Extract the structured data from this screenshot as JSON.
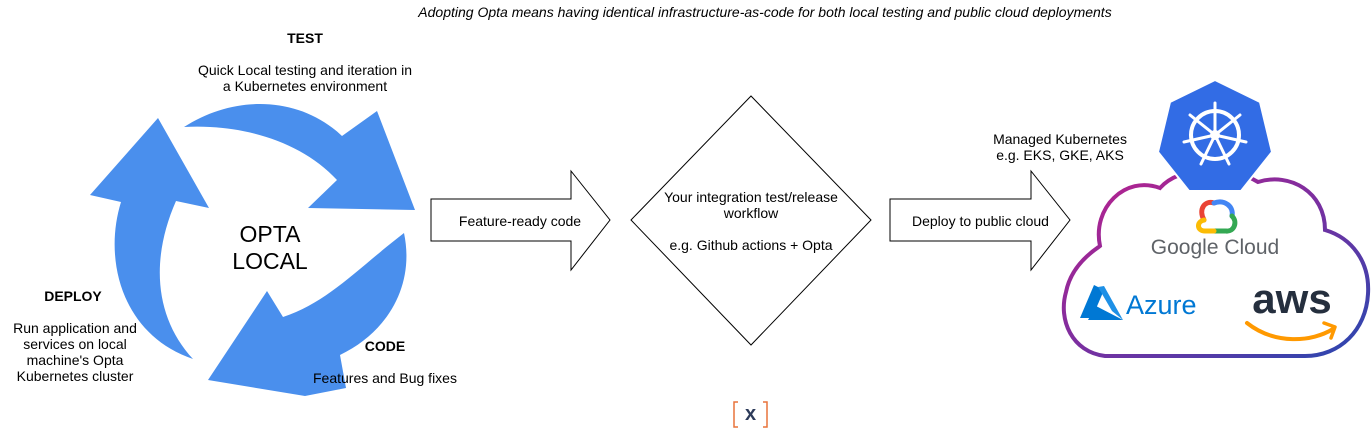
{
  "caption": "Adopting Opta means having identical infrastructure-as-code for both local testing and public cloud deployments",
  "cycle": {
    "center_line1": "OPTA",
    "center_line2": "LOCAL",
    "test_title": "TEST",
    "test_desc_1": "Quick Local testing and iteration in",
    "test_desc_2": "a Kubernetes environment",
    "code_title": "CODE",
    "code_desc": "Features and Bug fixes",
    "deploy_title": "DEPLOY",
    "deploy_desc_1": "Run application and",
    "deploy_desc_2": "services on local",
    "deploy_desc_3": "machine's Opta",
    "deploy_desc_4": "Kubernetes  cluster",
    "arrow_color": "#4a8fed"
  },
  "flow": {
    "arrow1_label": "Feature-ready code",
    "decision_line1": "Your integration test/release",
    "decision_line2": "workflow",
    "decision_line3": "e.g. Github actions + Opta",
    "arrow2_label": "Deploy to public cloud"
  },
  "cloud": {
    "managed_line1": "Managed Kubernetes",
    "managed_line2": "e.g. EKS, GKE, AKS",
    "google_cloud": "Google Cloud",
    "azure": "Azure",
    "aws": "aws",
    "k8s_color": "#326ce5",
    "azure_color": "#0078d4",
    "aws_text_color": "#252f3e",
    "aws_smile_color": "#ff9900"
  },
  "footer": {
    "logo_letter": "x",
    "logo_bracket_color": "#e8743b"
  }
}
